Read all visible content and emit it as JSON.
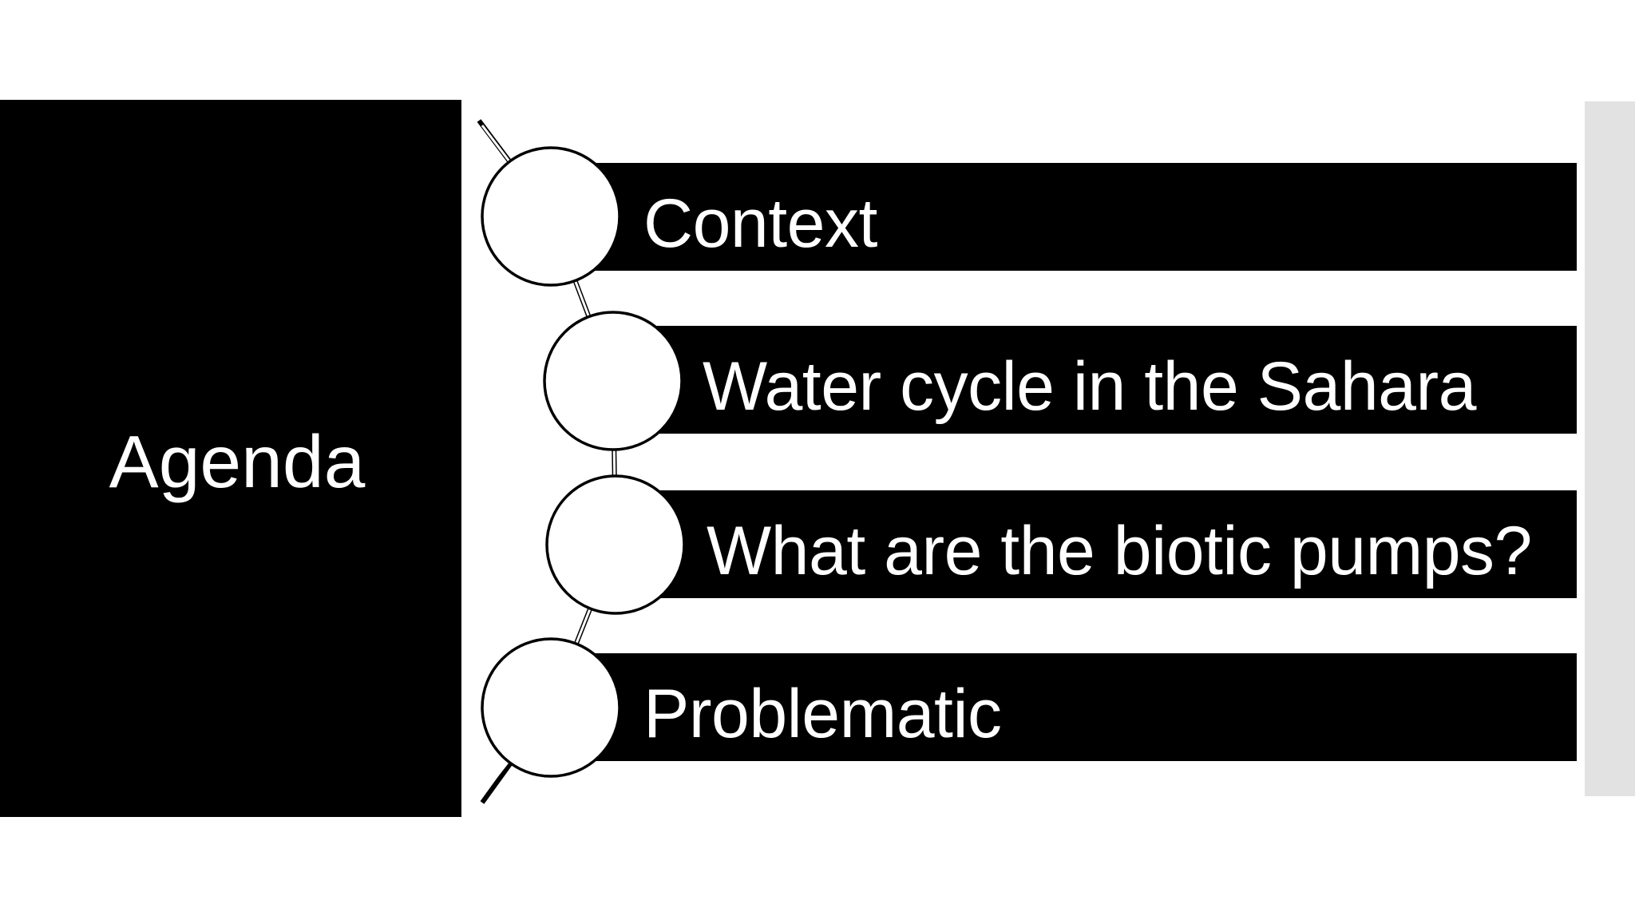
{
  "slide": {
    "title": "Agenda",
    "items": [
      {
        "label": "Context"
      },
      {
        "label": "Water cycle in the Sahara"
      },
      {
        "label": "What are the biotic pumps?"
      },
      {
        "label": "Problematic"
      }
    ],
    "colors": {
      "background": "#ffffff",
      "title_panel": "#000000",
      "item_bar": "#000000",
      "text": "#ffffff",
      "accent_strip": "#e2e2e2",
      "connector_outline": "#000000",
      "connector_core": "#ffffff",
      "node_fill": "#ffffff",
      "node_outline": "#000000"
    }
  }
}
